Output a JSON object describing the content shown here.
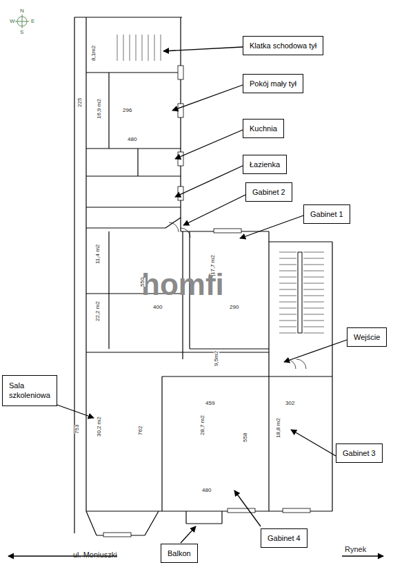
{
  "diagram": {
    "nodes": [
      {
        "text": [
          "Klatka schodowa tył"
        ]
      },
      {
        "text": [
          "Pokój mały tył"
        ]
      },
      {
        "text": [
          "Kuchnia"
        ]
      },
      {
        "text": [
          "Łazienka"
        ]
      },
      {
        "text": [
          "Gabinet 2"
        ]
      },
      {
        "text": [
          "Gabinet 1"
        ]
      },
      {
        "text": [
          "Wejście"
        ]
      },
      {
        "text": [
          "Sala szkoleniowa"
        ]
      },
      {
        "text": [
          "Gabinet 3"
        ]
      },
      {
        "text": [
          "Gabinet 4"
        ]
      },
      {
        "text": [
          "Balkon"
        ]
      }
    ],
    "labels": [
      "N",
      "S",
      "W",
      "E",
      "homfi",
      "ul. Moniuszki",
      "Rynek",
      "8,1m2",
      "16,9 m2",
      "296",
      "225",
      "480",
      "11,4 m2",
      "22,2 m2",
      "400",
      "550",
      "17,7 m2",
      "290",
      "9,5m2",
      "30,2 m2",
      "762",
      "753",
      "28,7 m2",
      "459",
      "558",
      "18,8 m2",
      "302",
      "480"
    ]
  }
}
